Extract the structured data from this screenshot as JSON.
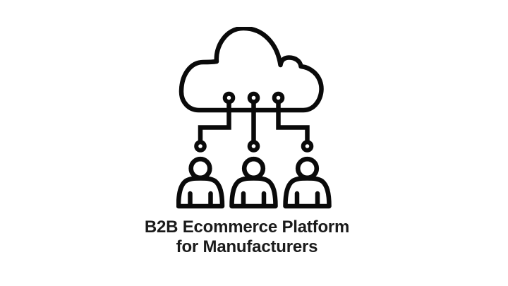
{
  "page": {
    "background_color": "#ffffff"
  },
  "illustration": {
    "name": "cloud-network-users-icon",
    "description": "Outline icon of a cloud with three circuit nodes connected by right-angle traces down to three user figures",
    "stroke_color": "#0a0a0a",
    "node_fill_color": "#ffffff",
    "cloud_node_count": 3,
    "terminal_node_count": 3,
    "user_count": 3
  },
  "caption": {
    "line1": "B2B Ecommerce Platform",
    "line2": "for Manufacturers",
    "text_color": "#1b1b1b"
  }
}
